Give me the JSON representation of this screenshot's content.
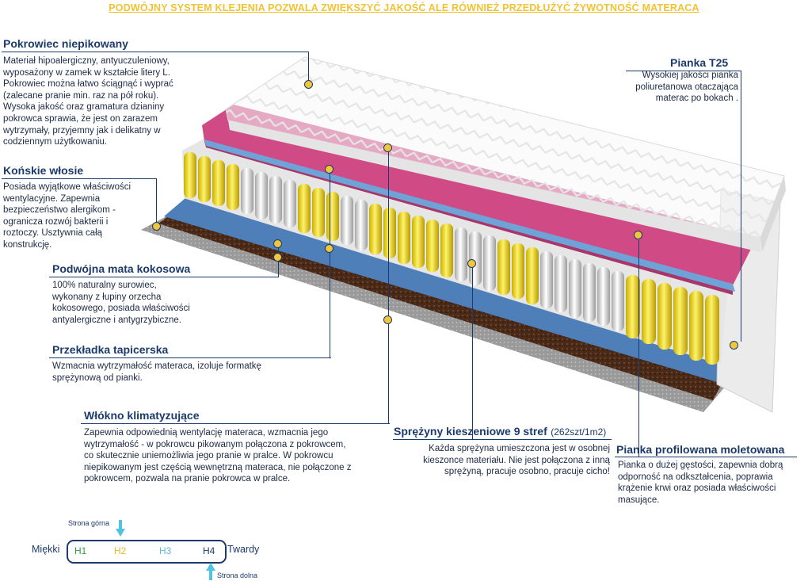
{
  "banner": "PODWÓJNY SYSTEM KLEJENIA POZWALA ZWIĘKSZYĆ JAKOŚĆ ALE RÓWNIEŻ PRZEDŁUŻYĆ ŻYWOTNOŚĆ MATERACA",
  "sections": {
    "pokrowiec": {
      "title": "Pokrowiec  niepikowany",
      "lines": [
        "Materiał hipoalergiczny, antyuczuleniowy,",
        "wyposażony w zamek w kształcie litery L.",
        "Pokrowiec można łatwo ściągnąć i wyprać",
        "(zalecane pranie min.  raz na pół roku).",
        "Wysoka jakość oraz gramatura dzianiny",
        "pokrowca sprawia, że jest on zarazem",
        "wytrzymały, przyjemny jak i delikatny w",
        "codziennym użytkowaniu."
      ]
    },
    "konskie": {
      "title": "Końskie włosie",
      "lines": [
        "Posiada wyjątkowe właściwości",
        "wentylacyjne.  Zapewnia",
        "bezpieczeństwo alergikom -",
        "ogranicza rozwój bakterii i",
        "roztoczy. Usztywnia całą",
        "konstrukcję."
      ]
    },
    "mata": {
      "title": "Podwójna mata kokosowa",
      "lines": [
        "100% naturalny surowiec,",
        "wykonany z łupiny orzecha",
        "kokosowego, posiada właściwości",
        "antyalergiczne i antygrzybiczne."
      ]
    },
    "przekladka": {
      "title": "Przekładka tapicerska",
      "lines": [
        "Wzmacnia wytrzymałość materaca, izoluje formatkę",
        "sprężynową od pianki."
      ]
    },
    "wlokno": {
      "title": "Włókno klimatyzujące",
      "lines": [
        "Zapewnia odpowiednią wentylację materaca, wzmacnia jego",
        "wytrzymałość - w pokrowcu pikowanym połączona z pokrowcem,",
        "co skutecznie uniemożliwia jego pranie w pralce. W pokrowcu",
        "niepikowanym jest częścią wewnętrzną materaca, nie połączone z",
        "pokrowcem, pozwala na pranie pokrowca w pralce."
      ]
    },
    "sprezyny": {
      "title": "Sprężyny kieszeniowe 9 stref",
      "title_suffix": "(262szt/1m2)",
      "lines": [
        "Każda sprężyna umieszczona jest w osobnej",
        "kieszonce materiału. Nie jest połączona z inną",
        "sprężyną, pracuje osobno, pracuje cicho!"
      ]
    },
    "pianka_t25": {
      "title": "Pianka T25",
      "lines": [
        "Wysokiej jakości pianka",
        "poliuretanowa otaczająca",
        "materac po bokach ."
      ]
    },
    "pianka_prof": {
      "title": "Pianka profilowana moletowana",
      "lines": [
        "Pianka o dużej gęstości, zapewnia dobrą",
        "odporność na odkształcenia, poprawia",
        "krążenie krwi oraz posiada właściwości",
        "masujące."
      ]
    }
  },
  "hardness": {
    "left_label": "Miękki",
    "right_label": "Twardy",
    "top_label": "Strona górna",
    "bottom_label": "Strona dolna",
    "levels": [
      {
        "label": "H1",
        "color": "#2e9d3a"
      },
      {
        "label": "H2",
        "color": "#e8b928"
      },
      {
        "label": "H3",
        "color": "#5bbcd6"
      },
      {
        "label": "H4",
        "color": "#1c3a6b"
      }
    ],
    "top_marker": "H2",
    "bottom_marker": "H4"
  },
  "colors": {
    "title": "#1c3a6b",
    "dot": "#f0c63a",
    "banner": "#f2c230",
    "arrow": "#4fc3e0"
  }
}
